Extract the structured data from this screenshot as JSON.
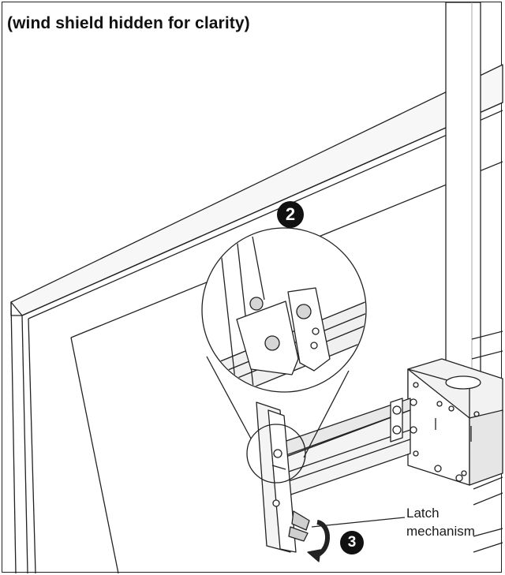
{
  "caption": "(wind shield hidden for clarity)",
  "steps": {
    "step2": "2",
    "step3": "3"
  },
  "callouts": {
    "latch_line1": "Latch",
    "latch_line2": "mechanism"
  },
  "colors": {
    "line": "#222222",
    "shade": "#bdbdbd",
    "light": "#e9e9e9",
    "badge": "#111111"
  }
}
